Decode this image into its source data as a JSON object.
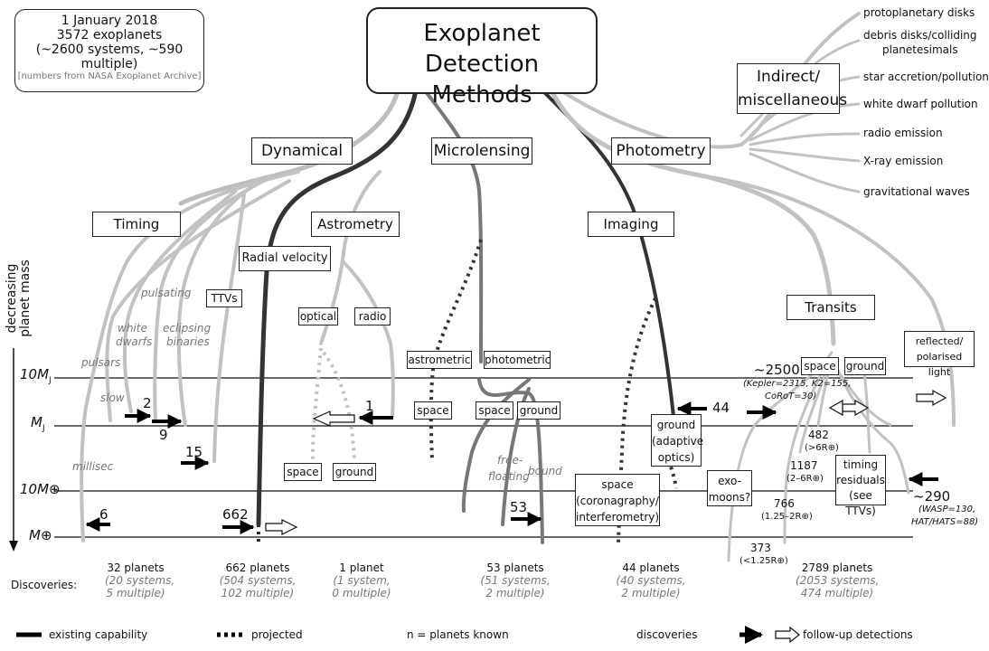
{
  "info_box": {
    "line1": "1 January 2018",
    "line2": "3572 exoplanets",
    "line3": "(~2600 systems, ~590 multiple)",
    "line4": "[numbers from NASA Exoplanet Archive]"
  },
  "title": {
    "line1": "Exoplanet Detection",
    "line2": "Methods"
  },
  "categories": {
    "dynamical": "Dynamical",
    "microlensing": "Microlensing",
    "photometry": "Photometry",
    "indirect_line1": "Indirect/",
    "indirect_line2": "miscellaneous"
  },
  "indirect_items": [
    "protoplanetary disks",
    "debris disks/colliding",
    "planetesimals",
    "star accretion/pollution",
    "white dwarf pollution",
    "radio emission",
    "X-ray emission",
    "gravitational waves"
  ],
  "methods": {
    "timing": "Timing",
    "astrometry": "Astrometry",
    "radial_velocity": "Radial velocity",
    "imaging": "Imaging",
    "transits": "Transits",
    "reflected_line1": "reflected/",
    "reflected_line2": "polarised light"
  },
  "sub_labels": {
    "pulsating": "pulsating",
    "white": "white",
    "dwarfs": "dwarfs",
    "eclipsing": "eclipsing",
    "binaries": "binaries",
    "pulsars": "pulsars",
    "slow": "slow",
    "millisec": "millisec",
    "ttvs": "TTVs",
    "optical": "optical",
    "radio": "radio",
    "space": "space",
    "ground": "ground",
    "astrometric": "astrometric",
    "photometric": "photometric",
    "free": "free-",
    "floating": "floating",
    "bound": "bound",
    "imaging_ground_1": "ground",
    "imaging_ground_2": "(adaptive",
    "imaging_ground_3": "optics)",
    "imaging_space_1": "space",
    "imaging_space_2": "(coronagraphy/",
    "imaging_space_3": "interferometry)",
    "exo": "exo-",
    "moons": "moons?",
    "timing_res_1": "timing",
    "timing_res_2": "residuals",
    "timing_res_3": "(see TTVs)"
  },
  "numbers": {
    "timing_2": "2",
    "timing_9": "9",
    "timing_15": "15",
    "timing_6": "6",
    "rv_662": "662",
    "astro_1": "1",
    "micro_53": "53",
    "img_44": "44",
    "tr_2500": "~2500",
    "tr_2500_sub1": "(Kepler=2315, K2=155,",
    "tr_2500_sub2": "CoRoT=30)",
    "tr_482": "482",
    "tr_482_sub": "(>6R⊕)",
    "tr_1187": "1187",
    "tr_1187_sub": "(2–6R⊕)",
    "tr_766": "766",
    "tr_766_sub": "(1.25–2R⊕)",
    "tr_373": "373",
    "tr_373_sub": "(<1.25R⊕)",
    "tr_290": "~290",
    "tr_290_sub1": "(WASP=130,",
    "tr_290_sub2": "HAT/HATS=88)"
  },
  "axis": {
    "label1": "decreasing",
    "label2": "planet mass",
    "m10j": "10M",
    "mj": "M",
    "m10e": "10M⊕",
    "me": "M⊕",
    "sub_j": "J"
  },
  "discoveries": {
    "label": "Discoveries:",
    "columns": [
      {
        "main": "32 planets",
        "sub1": "(20 systems,",
        "sub2": "5 multiple)"
      },
      {
        "main": "662 planets",
        "sub1": "(504 systems,",
        "sub2": "102 multiple)"
      },
      {
        "main": "1 planet",
        "sub1": "(1 system,",
        "sub2": "0 multiple)"
      },
      {
        "main": "53 planets",
        "sub1": "(51 systems,",
        "sub2": "2 multiple)"
      },
      {
        "main": "44 planets",
        "sub1": "(40 systems,",
        "sub2": "2 multiple)"
      },
      {
        "main": "2789 planets",
        "sub1": "(2053 systems,",
        "sub2": "474 multiple)"
      }
    ]
  },
  "legend": {
    "existing": "existing capability",
    "projected": "projected",
    "n_known": "n = planets known",
    "discoveries": "discoveries",
    "followup": "follow-up detections"
  }
}
